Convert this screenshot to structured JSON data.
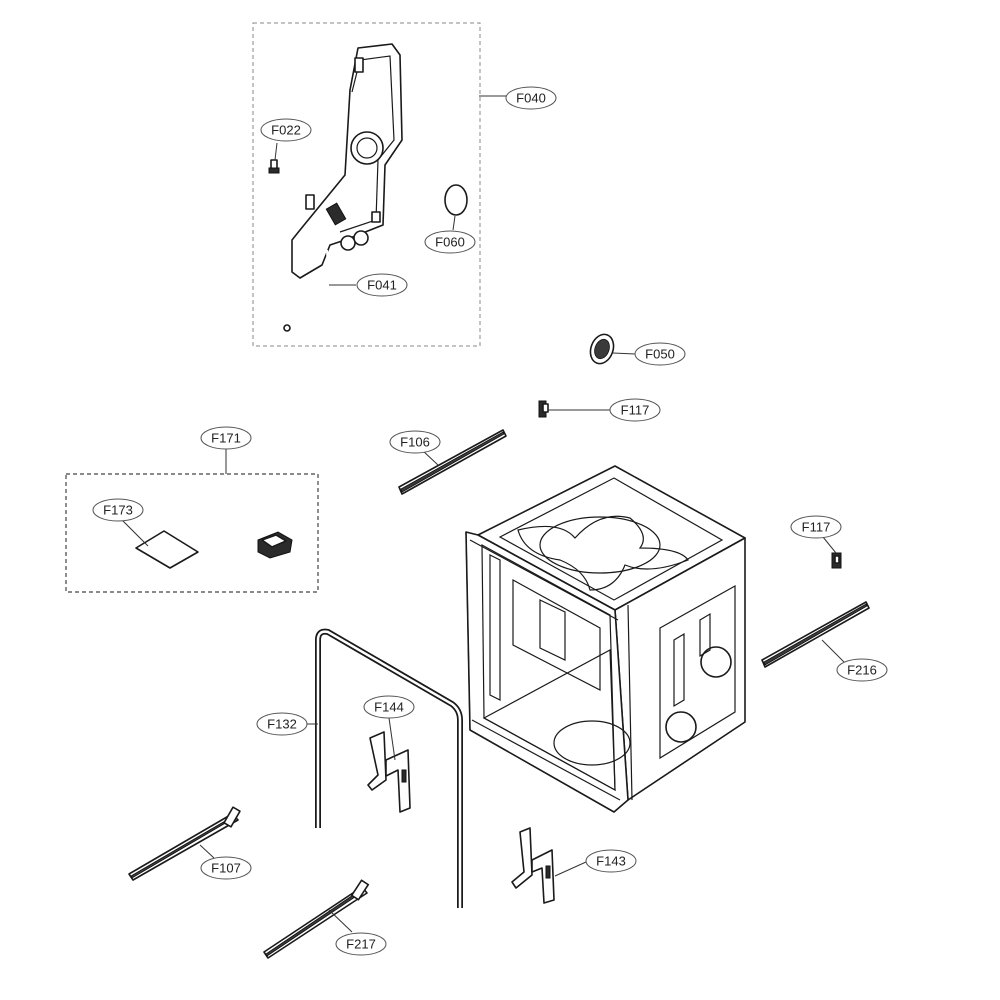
{
  "callouts": {
    "f022": "F022",
    "f040": "F040",
    "f060": "F060",
    "f041": "F041",
    "f050": "F050",
    "f117_top": "F117",
    "f106": "F106",
    "f171": "F171",
    "f173": "F173",
    "f117_right": "F117",
    "f216": "F216",
    "f132": "F132",
    "f144": "F144",
    "f107": "F107",
    "f143": "F143",
    "f217": "F217"
  },
  "colors": {
    "line": "#1a1a1a",
    "leader": "#333333",
    "frame": "#8a8a8a",
    "background": "#ffffff"
  }
}
